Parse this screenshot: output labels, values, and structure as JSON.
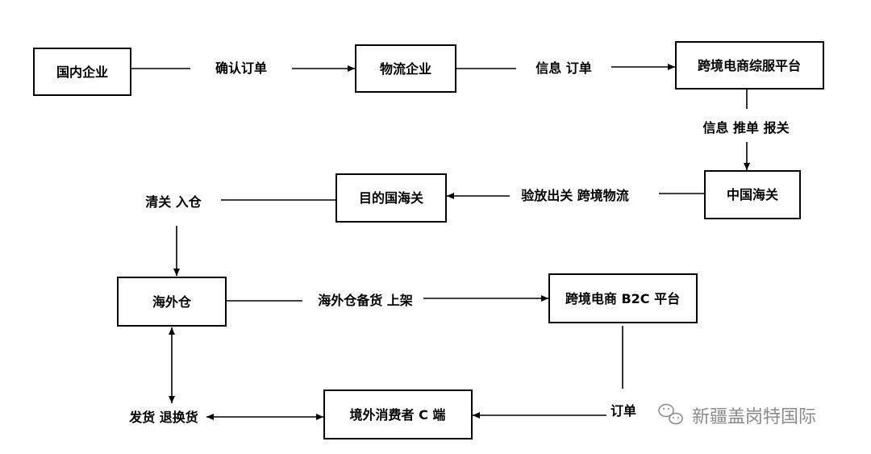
{
  "nodes": {
    "domestic_enterprise": "国内企业",
    "logistics_enterprise": "物流企业",
    "service_platform": "跨境电商综服平台",
    "china_customs": "中国海关",
    "destination_customs": "目的国海关",
    "overseas_warehouse": "海外仓",
    "b2c_platform": "跨境电商 B2C 平台",
    "overseas_consumer": "境外消费者 C 端"
  },
  "edges": {
    "confirm_order": "确认订单",
    "info_order": "信息 订单",
    "info_push_declare": "信息 推单 报关",
    "release_logistics": "验放出关 跨境物流",
    "clearance_storage": "清关 入仓",
    "stock_listing": "海外仓备货 上架",
    "order": "订单",
    "ship_return": "发货 退换货"
  },
  "watermark": {
    "text": "新疆盖岗特国际",
    "icon": "wechat-icon",
    "color": "#8a8a8a"
  }
}
